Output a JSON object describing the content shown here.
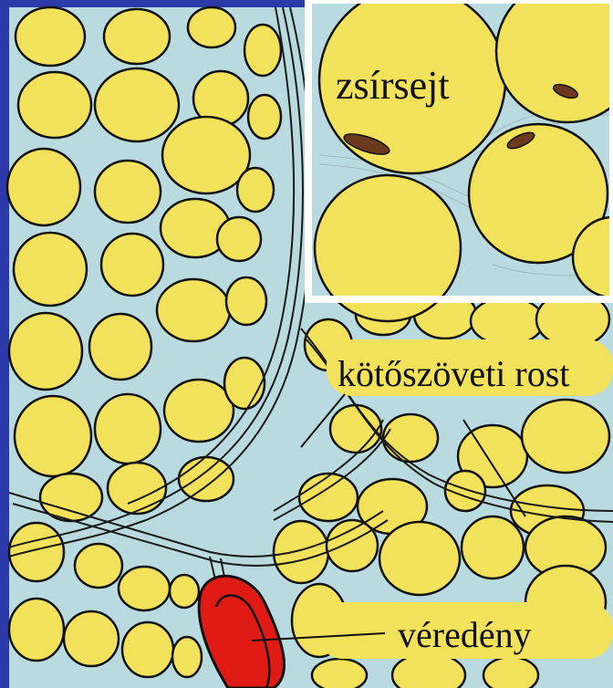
{
  "labels": {
    "fat_cell": "zsírsejt",
    "connective_fiber": "kötőszöveti rost",
    "blood_vessel": "véredény"
  },
  "colors": {
    "frame": "#2b3aa8",
    "tissue_background": "#b9dbe0",
    "fat_cell_fill": "#f2e15b",
    "cell_outline": "#111111",
    "inset_border": "#ffffff",
    "vessel_fill": "#e01b16",
    "label_highlight": "#f2e15b"
  }
}
